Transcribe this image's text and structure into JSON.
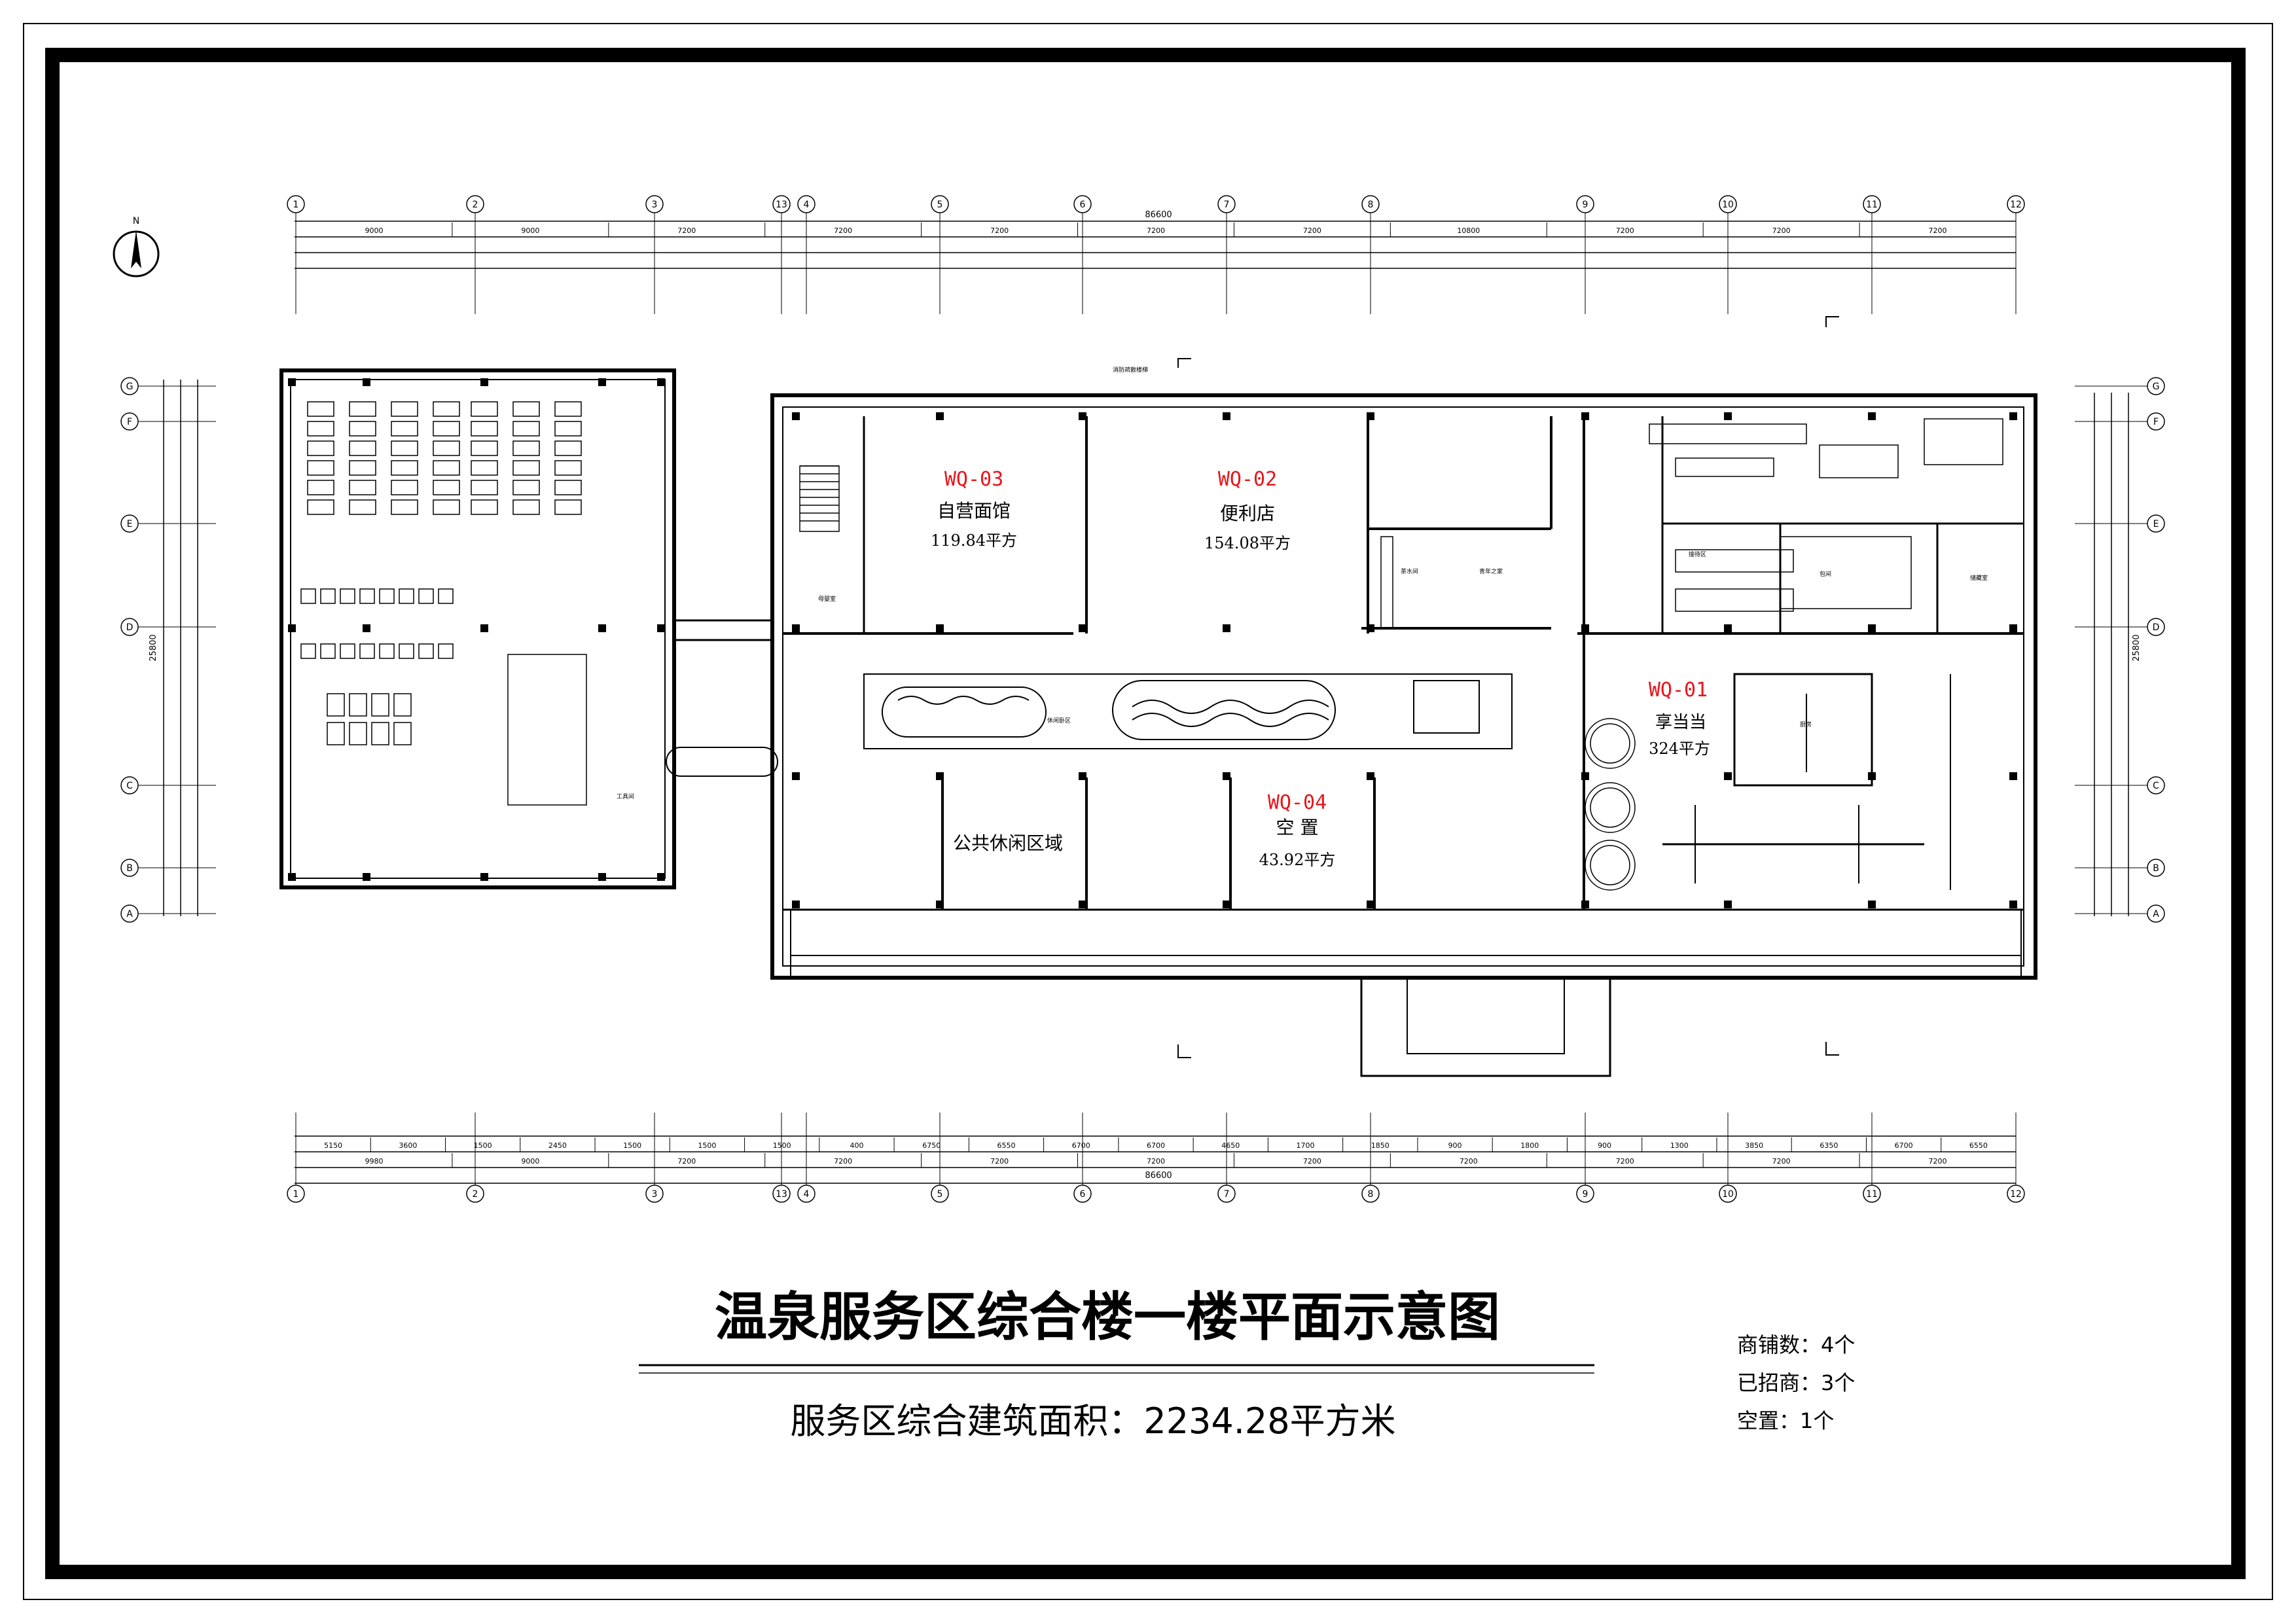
{
  "drawing": {
    "title": "温泉服务区综合楼一楼平面示意图",
    "subtitle": "服务区综合建筑面积：2234.28平方米",
    "north_label": "N"
  },
  "summary": {
    "shops_total": "商铺数：4个",
    "shops_leased": "已招商：3个",
    "shops_vacant": "空置：1个"
  },
  "units": [
    {
      "code": "WQ-03",
      "name": "自营面馆",
      "area": "119.84平方",
      "status": "leased"
    },
    {
      "code": "WQ-02",
      "name": "便利店",
      "area": "154.08平方",
      "status": "leased"
    },
    {
      "code": "WQ-01",
      "name": "享当当",
      "area": "324平方",
      "status": "leased"
    },
    {
      "code": "WQ-04",
      "name": "空 置",
      "area": "43.92平方",
      "status": "vacant"
    }
  ],
  "areas": {
    "public_lounge": "公共休闲区域"
  },
  "axes": {
    "columns": [
      "1",
      "2",
      "3",
      "13",
      "4",
      "5",
      "6",
      "7",
      "8",
      "9",
      "10",
      "11",
      "12"
    ],
    "rows": [
      "G",
      "F",
      "E",
      "D",
      "C",
      "B",
      "A"
    ]
  },
  "dimensions": {
    "top_total": "86600",
    "bottom_total": "86600",
    "top_row1": [
      "9000",
      "9000",
      "7200",
      "7200",
      "7200",
      "7200",
      "7200",
      "10800",
      "7200",
      "7200",
      "7200"
    ],
    "bottom_row1": [
      "9980",
      "9000",
      "7200",
      "7200",
      "7200",
      "7200",
      "7200",
      "7200",
      "7200",
      "7200",
      "7200"
    ],
    "bottom_row2": [
      "5150",
      "3600",
      "1500",
      "2450",
      "1500",
      "1500",
      "1500",
      "400",
      "6750",
      "6550",
      "6700",
      "6700",
      "4650",
      "1700",
      "1850",
      "900",
      "1800",
      "900",
      "1300",
      "3850",
      "6350",
      "6700",
      "6550"
    ],
    "left_total": "25800",
    "right_total": "25800"
  },
  "room_labels": {
    "fireproof": "消防疏散楼梯",
    "rest_area": "休闲卧区",
    "tool_room": "工具间",
    "kitchen": "厨房",
    "package_room": "包间",
    "storage": "储藏室",
    "tea": "茶水间",
    "youth": "青年之家",
    "mother": "母婴室",
    "reception": "接待区"
  },
  "colors": {
    "line": "#000000",
    "unit_code": "#e8151b",
    "frame": "#000000"
  }
}
